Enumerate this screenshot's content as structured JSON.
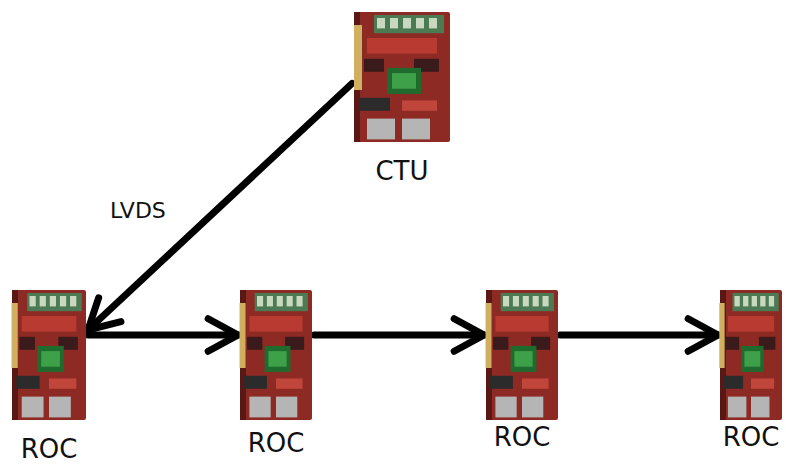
{
  "diagram": {
    "nodes": [
      {
        "text": [
          "CTU"
        ]
      },
      {
        "text": [
          "ROC"
        ]
      },
      {
        "text": [
          "ROC"
        ]
      },
      {
        "text": [
          "ROC"
        ]
      },
      {
        "text": [
          "ROC"
        ]
      }
    ],
    "edges": [
      {
        "from": 0,
        "to": 1,
        "label": "LVDS",
        "arrow": "to"
      },
      {
        "from": 1,
        "to": 2,
        "arrow": "to"
      },
      {
        "from": 2,
        "to": 3,
        "arrow": "to"
      },
      {
        "from": 3,
        "to": 4,
        "arrow": "to"
      }
    ]
  }
}
